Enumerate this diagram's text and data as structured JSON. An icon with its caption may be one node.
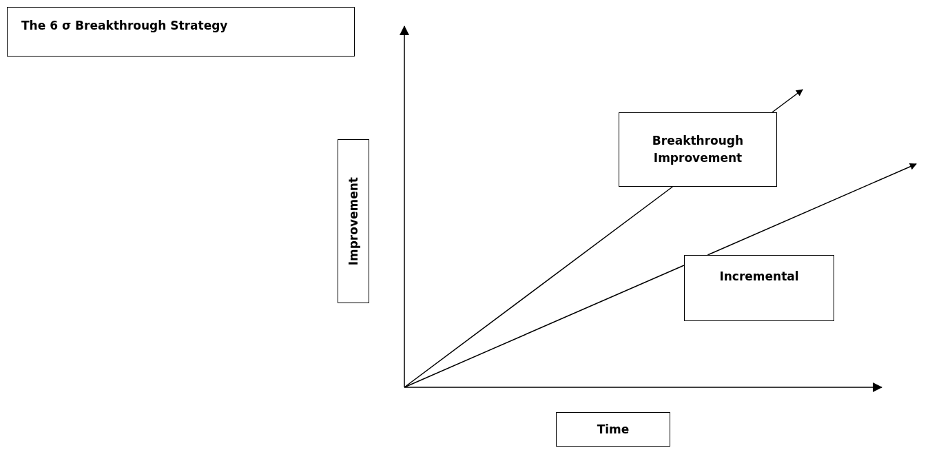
{
  "diagram": {
    "nodes": [
      {
        "text": [
          "The 6 σ Breakthrough Strategy"
        ]
      },
      {
        "text": [
          "Improvement"
        ]
      },
      {
        "text": [
          "Breakthrough Improvement"
        ]
      },
      {
        "text": [
          "Incremental"
        ]
      },
      {
        "text": [
          "Time"
        ]
      }
    ],
    "edges": [
      {
        "from": null,
        "to": 2,
        "arrow": "none"
      },
      {
        "from": 2,
        "to": null,
        "arrow": "to"
      },
      {
        "from": null,
        "to": 3,
        "arrow": "none"
      },
      {
        "from": 3,
        "to": null,
        "arrow": "to"
      }
    ]
  }
}
